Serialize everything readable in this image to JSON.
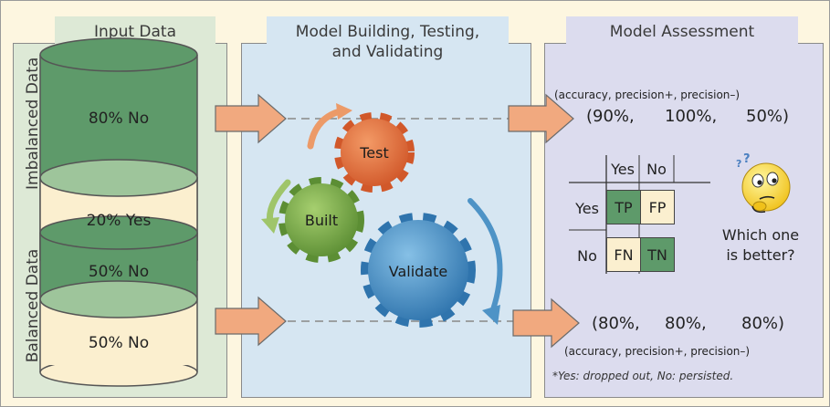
{
  "input": {
    "header": "Input Data",
    "imbalanced": {
      "label": "Imbalanced Data",
      "top_text": "80% No",
      "bottom_text": "20% Yes"
    },
    "balanced": {
      "label": "Balanced Data",
      "top_text": "50% No",
      "bottom_text": "50% No"
    }
  },
  "model": {
    "header_line1": "Model Building, Testing,",
    "header_line2": "and Validating",
    "gears": {
      "test": "Test",
      "built": "Built",
      "validate": "Validate"
    }
  },
  "assessment": {
    "header": "Model Assessment",
    "top_metrics_label": "(accuracy, precision+, precision–)",
    "top_metrics": [
      "(90%,",
      "100%,",
      "50%)"
    ],
    "bottom_metrics": [
      "(80%,",
      "80%,",
      "80%)"
    ],
    "bottom_metrics_label": "(accuracy, precision+, precision–)",
    "confusion_matrix": {
      "col_headers": [
        "Yes",
        "No"
      ],
      "row_headers": [
        "Yes",
        "No"
      ],
      "cells": [
        "TP",
        "FP",
        "FN",
        "TN"
      ]
    },
    "question_line1": "Which one",
    "question_line2": "is better?",
    "note": "*Yes: dropped out, No: persisted."
  },
  "colors": {
    "green_dark": "#5e9a6a",
    "green_light": "#9ec59b",
    "cream": "#fbefcf",
    "arrow": "#f1a97f",
    "gear_orange": "#e0703a",
    "gear_green": "#79a84a",
    "gear_blue": "#4e93c6"
  }
}
